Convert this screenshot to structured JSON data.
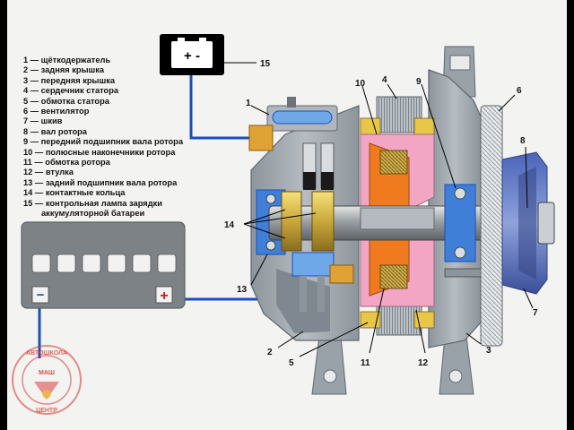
{
  "legend": [
    {
      "num": "1",
      "text": "щёткодержатель"
    },
    {
      "num": "2",
      "text": "задняя крышка"
    },
    {
      "num": "3",
      "text": "передняя крышка"
    },
    {
      "num": "4",
      "text": "сердечник статора"
    },
    {
      "num": "5",
      "text": "обмотка статора"
    },
    {
      "num": "6",
      "text": "вентилятор"
    },
    {
      "num": "7",
      "text": "шкив"
    },
    {
      "num": "8",
      "text": "вал ротора"
    },
    {
      "num": "9",
      "text": "передний подшипник вала ротора"
    },
    {
      "num": "10",
      "text": "полюсные наконечники ротора"
    },
    {
      "num": "11",
      "text": "обмотка ротора"
    },
    {
      "num": "12",
      "text": "втулка"
    },
    {
      "num": "13",
      "text": "задний подшипник вала ротора"
    },
    {
      "num": "14",
      "text": "контактные кольца"
    },
    {
      "num": "15",
      "text": "контрольная лампа зарядки",
      "continuation": "аккумуляторной батареи"
    }
  ],
  "lamp_symbol": "+ -",
  "battery_terminals": {
    "negative": "−",
    "positive": "+"
  },
  "logo": {
    "top_text": "АВТОШКОЛА",
    "main_text": "МАШ",
    "bottom_text": "ЦЕНТР"
  },
  "colors": {
    "housing": "#a8b0b8",
    "housing_dark": "#6f7880",
    "stator_orange": "#f07a1e",
    "stator_pink": "#f2a6c4",
    "rotor_copper": "#c8a84a",
    "wire_blue": "#1b4fb8",
    "battery_grey": "#7d8286",
    "terminal_red": "#d8141e"
  }
}
